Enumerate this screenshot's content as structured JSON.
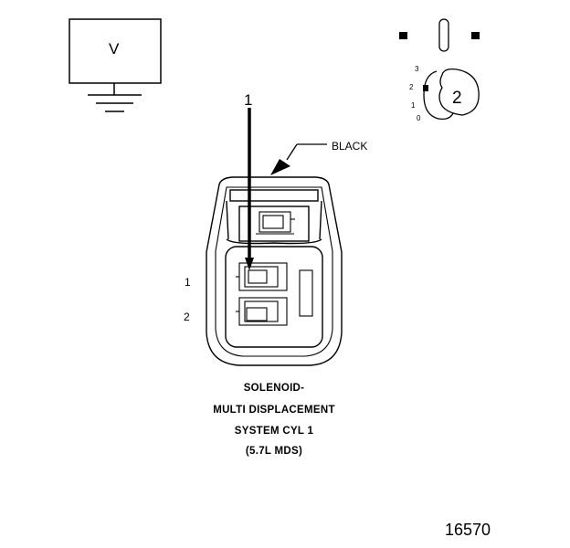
{
  "meter": {
    "label": "V"
  },
  "probe": {
    "number": "1"
  },
  "connector": {
    "color_label": "BLACK",
    "pins": [
      "1",
      "2"
    ]
  },
  "caption": {
    "line1": "SOLENOID-",
    "line2": "MULTI DISPLACEMENT",
    "line3": "SYSTEM CYL 1",
    "line4": "(5.7L MDS)"
  },
  "selector": {
    "scale": [
      "3",
      "2",
      "1",
      "0"
    ],
    "position": "2"
  },
  "figure_number": "16570"
}
